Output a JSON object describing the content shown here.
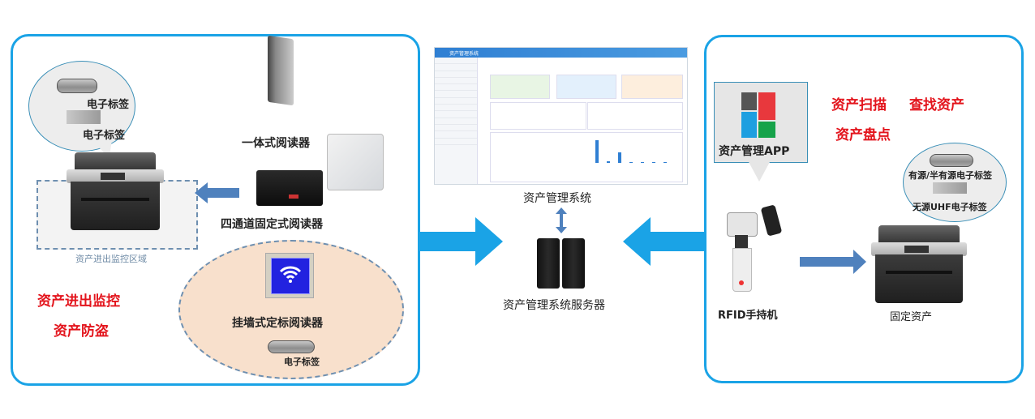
{
  "left_panel": {
    "tag_label_1": "电子标签",
    "tag_label_2": "电子标签",
    "integrated_reader": "一体式阅读器",
    "four_channel_reader": "四通道固定式阅读器",
    "monitor_zone": "资产进出监控区域",
    "feature_1": "资产进出监控",
    "feature_2": "资产防盗",
    "wall_reader": "挂墙式定标阅读器",
    "wall_tag_label": "电子标签"
  },
  "center": {
    "system_label": "资产管理系统",
    "server_label": "资产管理系统服务器",
    "dashboard_title": "资产管理系统",
    "chart_bars": [
      0.95,
      0.08,
      0.45,
      0.05,
      0.04,
      0.05,
      0.05
    ]
  },
  "right_panel": {
    "app_label": "资产管理APP",
    "feature_1": "资产扫描",
    "feature_2": "查找资产",
    "feature_3": "资产盘点",
    "active_tag_label": "有源/半有源电子标签",
    "passive_tag_label": "无源UHF电子标签",
    "handheld_label": "RFID手持机",
    "fixed_asset_label": "固定资产"
  },
  "colors": {
    "panel_border": "#1aa3e6",
    "flow_arrow": "#1aa3e6",
    "small_arrow": "#4f81bd",
    "highlight_text": "#e3141c"
  }
}
